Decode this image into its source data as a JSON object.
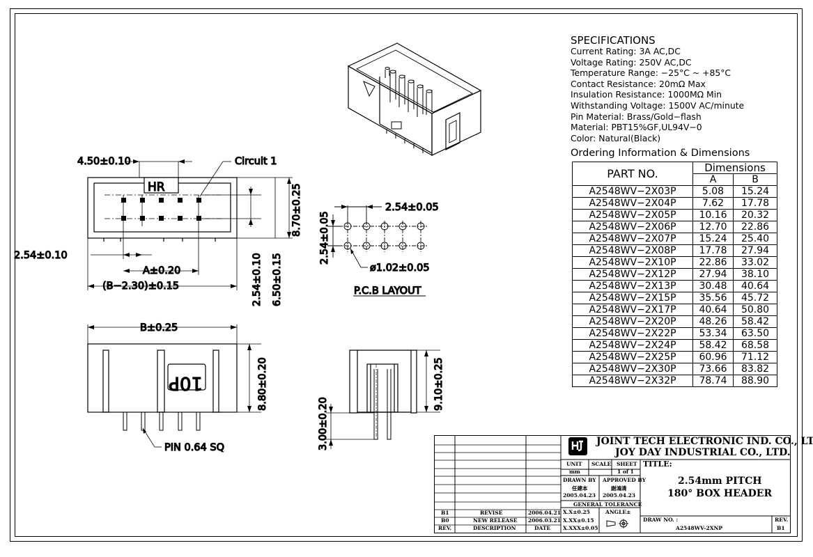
{
  "specifications": {
    "heading": "SPECIFICATIONS",
    "lines": [
      "Current Rating: 3A AC,DC",
      "Voltage Rating: 250V AC,DC",
      "Temperature Range: −25°C ~ +85°C",
      "Contact Resistance: 20mΩ Max",
      "Insulation Resistance: 1000MΩ Min",
      "Withstanding Voltage: 1500V AC/minute",
      "Pin Material: Brass/Gold−flash",
      "Material: PBT15%GF,UL94V−0",
      "Color: Natural(Black)"
    ]
  },
  "ordering": {
    "title": "Ordering Information & Dimensions",
    "part_header": "PART NO.",
    "dims_header": "Dimensions",
    "col_a": "A",
    "col_b": "B",
    "rows": [
      [
        "A2548WV−2X03P",
        "5.08",
        "15.24"
      ],
      [
        "A2548WV−2X04P",
        "7.62",
        "17.78"
      ],
      [
        "A2548WV−2X05P",
        "10.16",
        "20.32"
      ],
      [
        "A2548WV−2X06P",
        "12.70",
        "22.86"
      ],
      [
        "A2548WV−2X07P",
        "15.24",
        "25.40"
      ],
      [
        "A2548WV−2X08P",
        "17.78",
        "27.94"
      ],
      [
        "A2548WV−2X10P",
        "22.86",
        "33.02"
      ],
      [
        "A2548WV−2X12P",
        "27.94",
        "38.10"
      ],
      [
        "A2548WV−2X13P",
        "30.48",
        "40.64"
      ],
      [
        "A2548WV−2X15P",
        "35.56",
        "45.72"
      ],
      [
        "A2548WV−2X17P",
        "40.64",
        "50.80"
      ],
      [
        "A2548WV−2X20P",
        "48.26",
        "58.42"
      ],
      [
        "A2548WV−2X22P",
        "53.34",
        "63.50"
      ],
      [
        "A2548WV−2X24P",
        "58.42",
        "68.58"
      ],
      [
        "A2548WV−2X25P",
        "60.96",
        "71.12"
      ],
      [
        "A2548WV−2X30P",
        "73.66",
        "83.82"
      ],
      [
        "A2548WV−2X32P",
        "78.74",
        "88.90"
      ]
    ]
  },
  "drawing": {
    "top_view": {
      "dim_top": "4.50±0.10",
      "circuit_label": "Circuit 1",
      "logo": "HR",
      "dim_right_height": "8.70±0.25",
      "dim_pitch_left": "2.54±0.10",
      "dim_a": "A±0.20",
      "dim_b_minus": "(B−2.30)±0.15",
      "dim_row_pitch": "2.54±0.10",
      "dim_row_depth": "6.50±0.15"
    },
    "pcb_layout": {
      "dim_pitch_x": "2.54±0.05",
      "dim_pitch_y": "2.54±0.05",
      "dim_hole": "ø1.02±0.05",
      "label": "P.C.B LAYOUT"
    },
    "front_view": {
      "dim_width": "B±0.25",
      "mark": "10P",
      "dim_height": "8.80±0.20",
      "pin_label": "PIN 0.64 SQ"
    },
    "side_view": {
      "dim_height": "9.10±0.25",
      "dim_tail": "3.00±0.20"
    }
  },
  "title_block": {
    "company_1": "JOINT TECH ELECTRONIC IND. CO., LTD.",
    "company_2": "JOY DAY INDUSTRIAL CO., LTD.",
    "unit_label": "UNIT",
    "scale_label": "SCALE",
    "sheet_label": "SHEET",
    "unit_value": "mm",
    "sheet_value": "1 of 1",
    "title_label": "TITLE:",
    "title_1": "2.54mm PITCH",
    "title_2": "180° BOX HEADER",
    "drawn_label": "DRAWN BY",
    "drawn_name": "任建本",
    "drawn_date": "2005.04.23",
    "approved_label": "APPROVED BY",
    "approved_name": "謝鴻清",
    "approved_date": "2005.04.23",
    "tolerance_label": "GENERAL TOLERANCE",
    "tol_1": "X.X±0.25",
    "tol_2": "X.XX±0.15",
    "tol_3": "X.XXX±0.05",
    "angle_label": "ANGLE±",
    "dwg_label": "DRAW NO. :",
    "dwg_no": "A2548WV-2XNP",
    "rev_label": "REV.",
    "rev_value": "B1",
    "revisions": [
      [
        "B1",
        "REVISE",
        "2006.04.21"
      ],
      [
        "B0",
        "NEW RELEASE",
        "2006.03.21"
      ]
    ],
    "rev_header": [
      "REV.",
      "DESCRIPTION",
      "DATE"
    ]
  }
}
